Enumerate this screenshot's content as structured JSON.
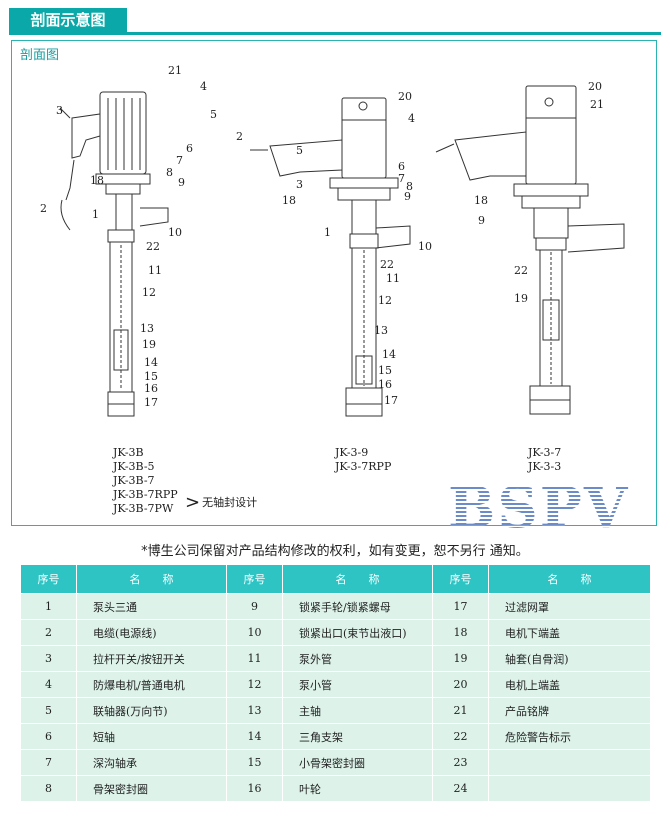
{
  "header": {
    "title": "剖面示意图"
  },
  "panel": {
    "label": "剖面图"
  },
  "models": {
    "left": [
      "JK-3B",
      "JK-3B-5",
      "JK-3B-7",
      "JK-3B-7RPP",
      "JK-3B-7PW"
    ],
    "left_note": "无轴封设计",
    "middle": [
      "JK-3-9",
      "JK-3-7RPP"
    ],
    "right": [
      "JK-3-7",
      "JK-3-3"
    ]
  },
  "callouts": {
    "left": [
      "21",
      "4",
      "3",
      "5",
      "6",
      "7",
      "8",
      "9",
      "18",
      "2",
      "1",
      "10",
      "22",
      "11",
      "12",
      "13",
      "19",
      "14",
      "15",
      "16",
      "17"
    ],
    "middle": [
      "20",
      "4",
      "5",
      "2",
      "3",
      "6",
      "7",
      "8",
      "9",
      "18",
      "1",
      "10",
      "22",
      "11",
      "12",
      "13",
      "14",
      "15",
      "16",
      "17"
    ],
    "right": [
      "20",
      "21",
      "18",
      "9",
      "22",
      "19"
    ]
  },
  "watermark": "BSPV",
  "notice": "*博生公司保留对产品结构修改的权利，如有变更，恕不另行 通知。",
  "table": {
    "headers": [
      "序号",
      "名　　称",
      "序号",
      "名　　称",
      "序号",
      "名　　称"
    ],
    "rows": [
      [
        "1",
        "泵头三通",
        "9",
        "锁紧手轮/锁紧螺母",
        "17",
        "过滤网罩"
      ],
      [
        "2",
        "电缆(电源线)",
        "10",
        "锁紧出口(束节出液口)",
        "18",
        "电机下端盖"
      ],
      [
        "3",
        "拉杆开关/按钮开关",
        "11",
        "泵外管",
        "19",
        "轴套(自骨润)"
      ],
      [
        "4",
        "防爆电机/普通电机",
        "12",
        "泵小管",
        "20",
        "电机上端盖"
      ],
      [
        "5",
        "联轴器(万向节)",
        "13",
        "主轴",
        "21",
        "产品铭牌"
      ],
      [
        "6",
        "短轴",
        "14",
        "三角支架",
        "22",
        "危险警告标示"
      ],
      [
        "7",
        "深沟轴承",
        "15",
        "小骨架密封圈",
        "23",
        ""
      ],
      [
        "8",
        "骨架密封圈",
        "16",
        "叶轮",
        "24",
        ""
      ]
    ]
  },
  "colors": {
    "accent": "#0aa8a8",
    "header_row": "#2ec4c4",
    "row_bg": "#ddf3ea"
  }
}
